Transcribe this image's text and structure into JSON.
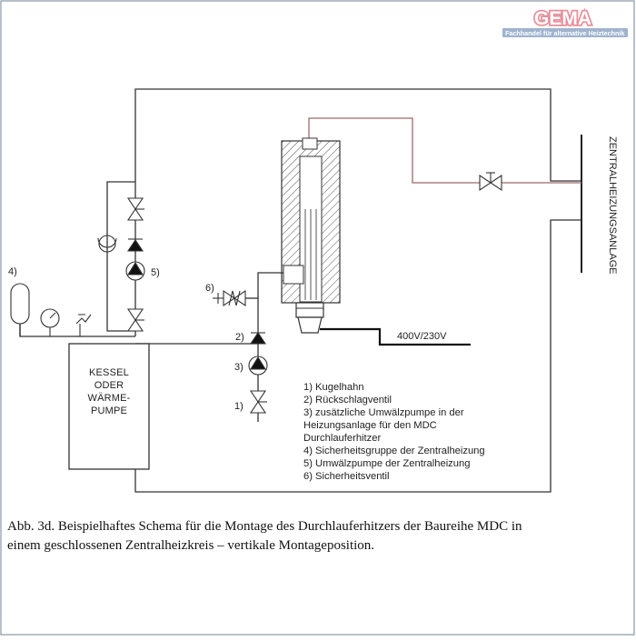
{
  "logo": {
    "brand": "GEMA",
    "tagline": "Fachhandel für alternative Heiztechnik",
    "color": "#e8909a",
    "tagline_bg": "#9fb3cf"
  },
  "diagram": {
    "boiler_label_lines": [
      "KESSEL",
      "ODER",
      "WÄRME-",
      "PUMPE"
    ],
    "heating_system_label": "ZENTRALHEIZUNGSANLAGE",
    "voltage_label": "400V/230V",
    "markers": {
      "m1": "1)",
      "m2": "2)",
      "m3": "3)",
      "m4": "4)",
      "m5": "5)",
      "m6": "6)"
    },
    "legend": [
      "1) Kugelhahn",
      "2) Rückschlagventil",
      "3) zusätzliche Umwälzpumpe in der",
      "Heizungsanlage für den MDC",
      "Durchlauferhitzer",
      "4) Sicherheitsgruppe der Zentralheizung",
      "5) Umwälzpumpe der Zentralheizung",
      "6) Sicherheitsventil"
    ],
    "colors": {
      "line": "#333333",
      "hot_line": "#9a6a6a"
    }
  },
  "caption": {
    "line1": "Abb. 3d. Beispielhaftes Schema für die Montage des Durchlauferhitzers der Baureihe MDC in",
    "line2": "einem geschlossenen Zentralheizkreis – vertikale Montageposition."
  }
}
